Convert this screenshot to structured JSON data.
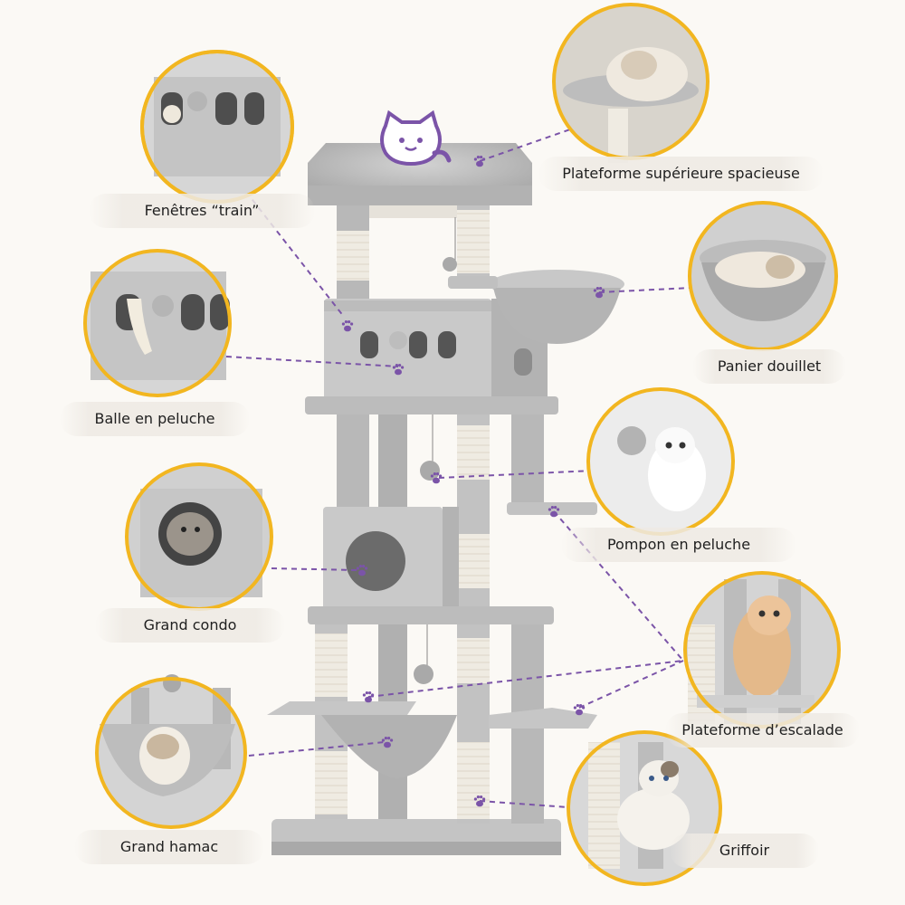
{
  "brand": {
    "mascot_icon": "cat-face-icon",
    "accent": "#7b54a8",
    "ring_color": "#f2b620"
  },
  "features": [
    {
      "id": "train-windows",
      "label": "Fenêtres “train”"
    },
    {
      "id": "top-platform",
      "label": "Plateforme supérieure spacieuse"
    },
    {
      "id": "cozy-basket",
      "label": "Panier douillet"
    },
    {
      "id": "plush-ball",
      "label": "Balle en peluche"
    },
    {
      "id": "plush-pompom",
      "label": "Pompon en peluche"
    },
    {
      "id": "large-condo",
      "label": "Grand condo"
    },
    {
      "id": "climbing-platform",
      "label": "Plateforme d’escalade"
    },
    {
      "id": "large-hammock",
      "label": "Grand hamac"
    },
    {
      "id": "scratching-post",
      "label": "Griffoir"
    }
  ]
}
